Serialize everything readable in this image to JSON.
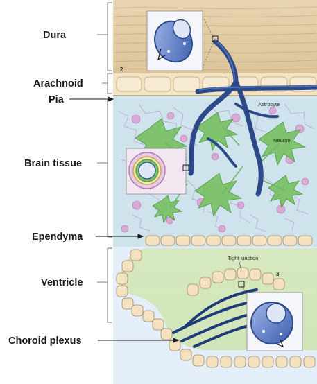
{
  "labels": {
    "dura": "Dura",
    "arachnoid": "Arachnoid",
    "pia": "Pia",
    "brain_tissue": "Brain tissue",
    "ependyma": "Ependyma",
    "ventricle": "Ventricle",
    "choroid_plexus": "Choroid plexus"
  },
  "annotations": {
    "astrocyte": "Astrocyte",
    "neuron": "Neuron",
    "tight_junction": "Tight junction",
    "marker_2": "2",
    "marker_3": "3"
  },
  "colors": {
    "dura": "#e9d6b4",
    "arachnoid": "#f2e4c6",
    "brain_tissue": "#cfe3ec",
    "astrocyte": "#7cc16e",
    "neuron": "#d9a6d4",
    "vessel": "#2c4a8a",
    "ventricle": "#dcebc6",
    "cells": "#f3e1c0"
  }
}
